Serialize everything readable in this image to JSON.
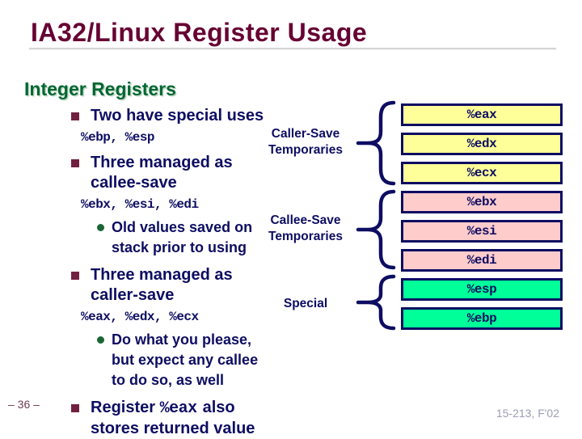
{
  "slide": {
    "title": "IA32/Linux Register Usage",
    "heading": "Integer Registers",
    "bullets": [
      {
        "lines": [
          "Two have special uses"
        ],
        "mono": "%ebp, %esp"
      },
      {
        "lines": [
          "Three managed as",
          "callee-save"
        ],
        "mono": "%ebx, %esi, %edi",
        "sub_lines": [
          "Old values saved on",
          "stack prior to using"
        ]
      },
      {
        "lines": [
          "Three managed as",
          "caller-save"
        ],
        "mono": "%eax, %edx, %ecx",
        "sub_lines": [
          "Do what you please,",
          "but expect any callee",
          "to do so, as well"
        ]
      },
      {
        "line1_prefix": "Register",
        "line1_mono": "%eax",
        "line1_suffix": "also",
        "line2": "stores returned value"
      }
    ]
  },
  "register_panel": {
    "groups": [
      {
        "label_lines": [
          "Caller-Save",
          "Temporaries"
        ],
        "fill": "#FFFF99",
        "registers": [
          "%eax",
          "%edx",
          "%ecx"
        ]
      },
      {
        "label_lines": [
          "Callee-Save",
          "Temporaries"
        ],
        "fill": "#FFCCCC",
        "registers": [
          "%ebx",
          "%esi",
          "%edi"
        ]
      },
      {
        "label_lines": [
          "Special"
        ],
        "fill": "#00FF99",
        "registers": [
          "%esp",
          "%ebp"
        ]
      }
    ]
  },
  "footer": {
    "page_label": "– 36 –",
    "course_label": "15-213, F'02"
  },
  "colors": {
    "title_maroon": "#660033",
    "heading_green": "#006633",
    "body_navy": "#0d0d62",
    "square_bullet": "#722040",
    "round_bullet": "#1a6633",
    "box_border": "#0d0d62",
    "caller_save_fill": "#FFFF99",
    "callee_save_fill": "#FFCCCC",
    "special_fill": "#00FF99",
    "footer_gray": "#9d9db5"
  }
}
